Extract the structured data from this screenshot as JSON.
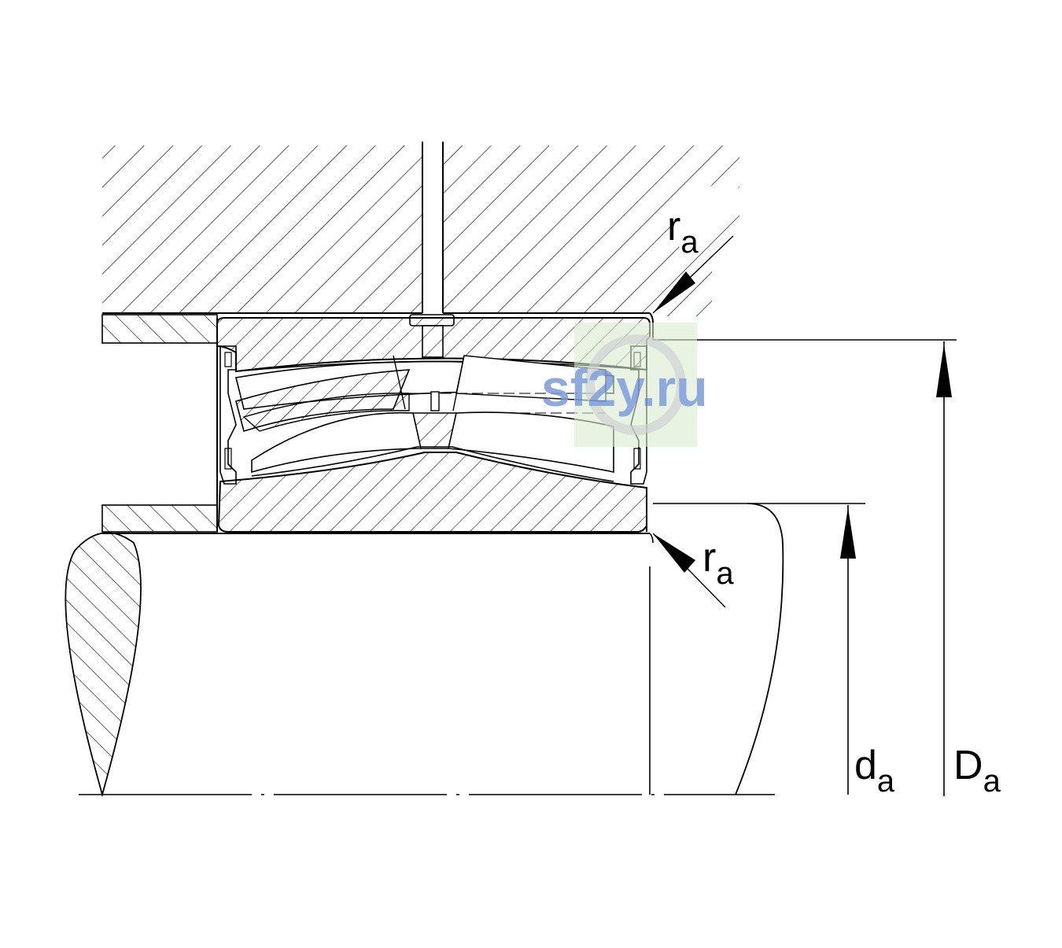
{
  "labels": {
    "ra_top": {
      "main": "r",
      "sub": "a"
    },
    "ra_bottom": {
      "main": "r",
      "sub": "a"
    },
    "da": {
      "main": "d",
      "sub": "a"
    },
    "Da": {
      "main": "D",
      "sub": "a"
    }
  },
  "watermark": {
    "text": "sf2y.ru"
  },
  "colors": {
    "line": "#000000",
    "background": "#ffffff",
    "watermark_text": "#7b9bd8",
    "watermark_bg": "#d8ecd0"
  }
}
